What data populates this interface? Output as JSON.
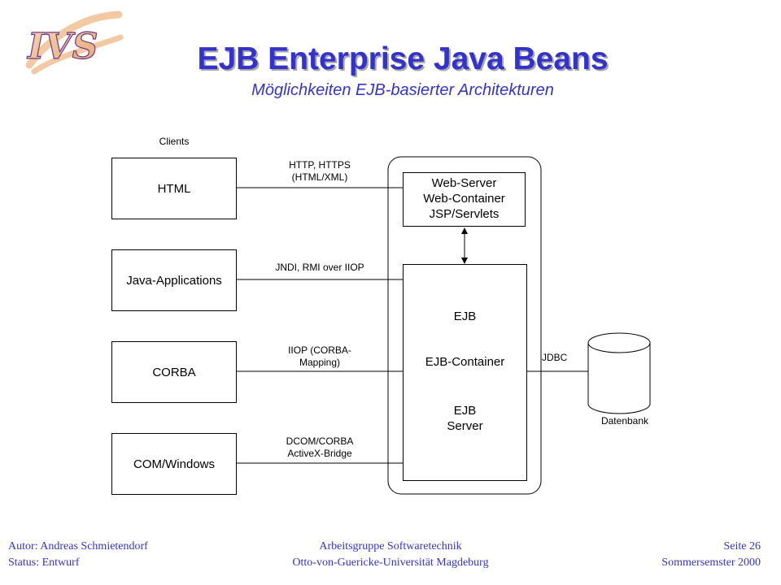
{
  "logo": {
    "text": "IVS"
  },
  "header": {
    "title": "EJB Enterprise Java Beans",
    "subtitle": "Möglichkeiten EJB-basierter Architekturen"
  },
  "diagram": {
    "clients_label": "Clients",
    "clients": [
      "HTML",
      "Java-Applications",
      "CORBA",
      "COM/Windows"
    ],
    "connections": [
      [
        "HTTP, HTTPS",
        "(HTML/XML)"
      ],
      [
        "JNDI, RMI over IIOP"
      ],
      [
        "IIOP (CORBA-",
        "Mapping)"
      ],
      [
        "DCOM/CORBA",
        "ActiveX-Bridge"
      ]
    ],
    "web_box": [
      "Web-Server",
      "Web-Container",
      "JSP/Servlets"
    ],
    "ejb_box": {
      "top": "EJB",
      "middle": "EJB-Container",
      "bottom": [
        "EJB",
        "Server"
      ]
    },
    "jdbc_label": "JDBC",
    "db_label": "Datenbank"
  },
  "footer": {
    "left": [
      "Autor: Andreas Schmietendorf",
      "Status: Entwurf"
    ],
    "center": [
      "Arbeitsgruppe Softwaretechnik",
      "Otto-von-Guericke-Universität Magdeburg"
    ],
    "right": [
      "Seite 26",
      "Sommersemster 2000"
    ]
  }
}
